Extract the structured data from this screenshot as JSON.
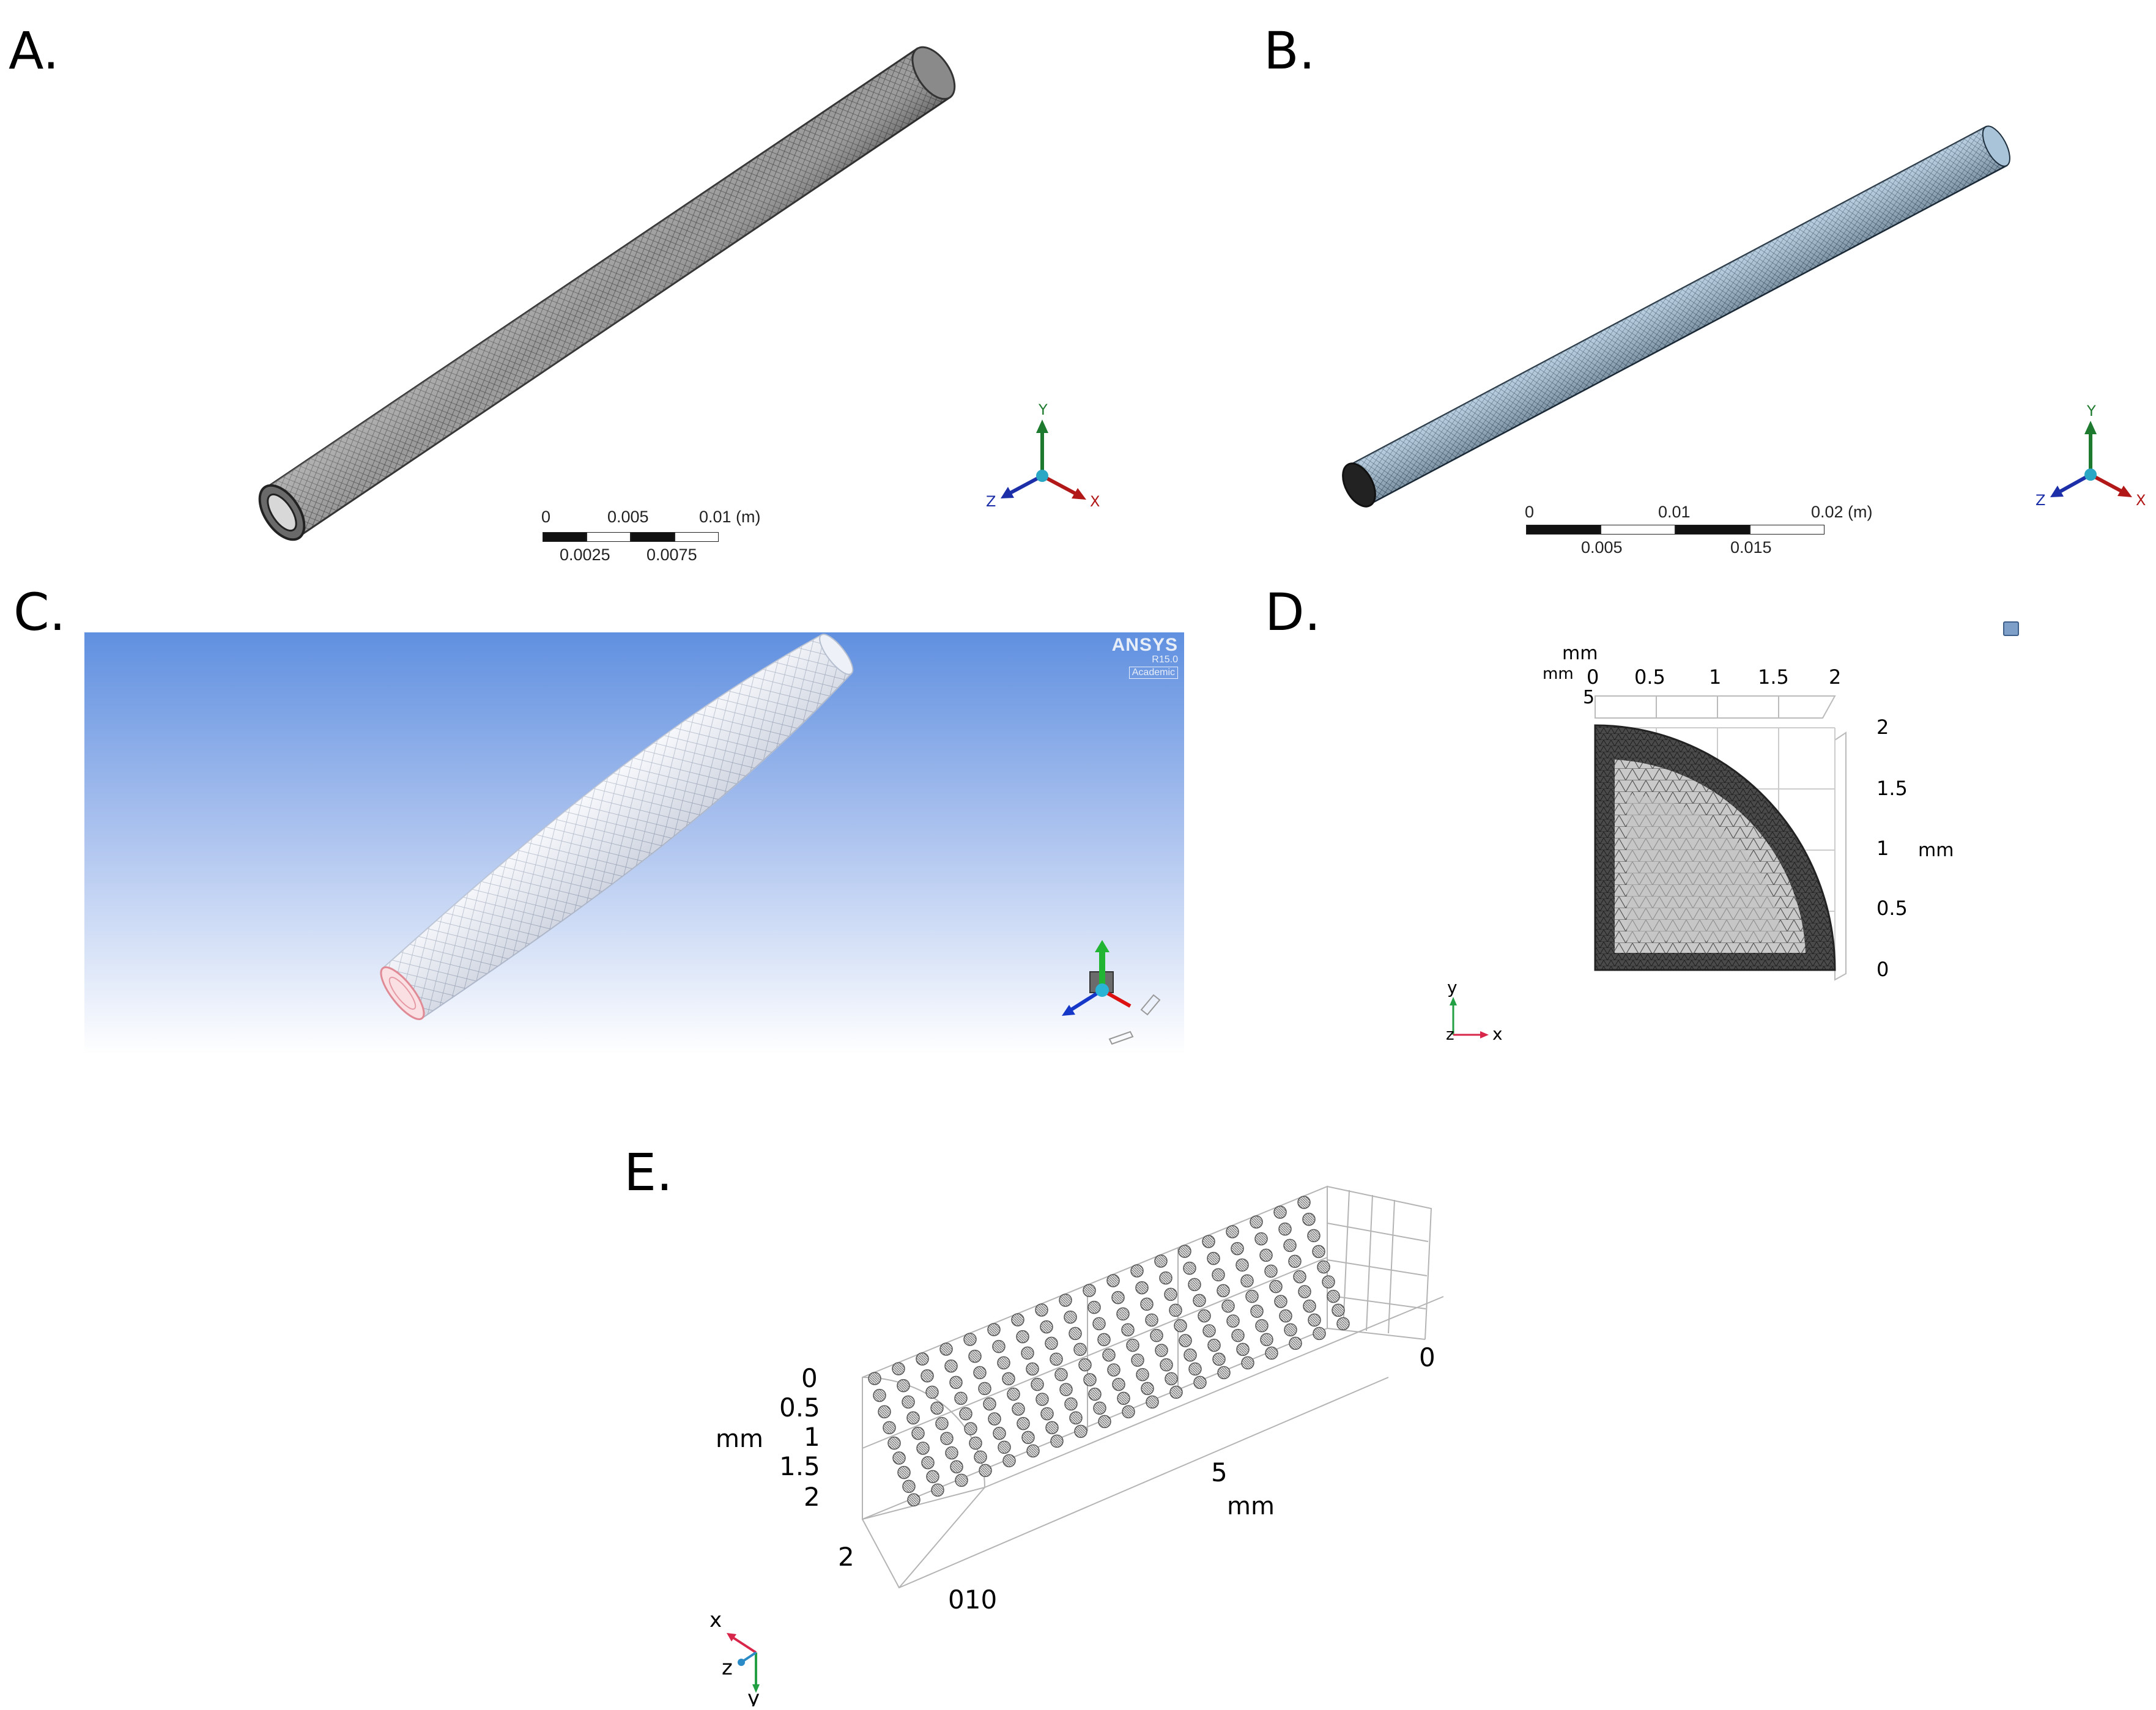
{
  "panels": {
    "a": {
      "label": "A."
    },
    "b": {
      "label": "B."
    },
    "c": {
      "label": "C."
    },
    "d": {
      "label": "D."
    },
    "e": {
      "label": "E."
    }
  },
  "panel_a": {
    "scale_top": [
      "0",
      "0.005",
      "0.01 (m)"
    ],
    "scale_bottom": [
      "0.0025",
      "0.0075"
    ],
    "triad": {
      "x": "X",
      "y": "Y",
      "z": "Z"
    },
    "colors": {
      "mesh": "#8a8a8a"
    }
  },
  "panel_b": {
    "scale_top": [
      "0",
      "0.01",
      "0.02 (m)"
    ],
    "scale_bottom": [
      "0.005",
      "0.015"
    ],
    "triad": {
      "x": "X",
      "y": "Y",
      "z": "Z"
    },
    "colors": {
      "mesh": "#9dbbd3"
    }
  },
  "panel_c": {
    "logo_title": "ANSYS",
    "logo_version": "R15.0",
    "logo_edition": "Academic",
    "colors": {
      "bg_top": "#6090e0",
      "bg_bottom": "#ffffff"
    }
  },
  "panel_d": {
    "top_unit": "mm",
    "top_ticks": [
      "mm",
      "0",
      "0.5",
      "1",
      "1.5",
      "2"
    ],
    "depth_tick": "5",
    "right_ticks": [
      "2",
      "1.5",
      "1",
      "0.5",
      "0"
    ],
    "right_unit": "mm",
    "axes": {
      "y": "y",
      "z": "z",
      "x": "x"
    }
  },
  "panel_e": {
    "left_ticks": [
      "0",
      "0.5",
      "1",
      "1.5",
      "2"
    ],
    "left_unit": "mm",
    "bottom_tick": "2",
    "bottom_unit": "mm",
    "bottom_pair": "010",
    "length_ticks": [
      "0",
      "5"
    ],
    "length_unit": "mm",
    "axes": {
      "x": "x",
      "z": "z",
      "y": "y"
    }
  }
}
